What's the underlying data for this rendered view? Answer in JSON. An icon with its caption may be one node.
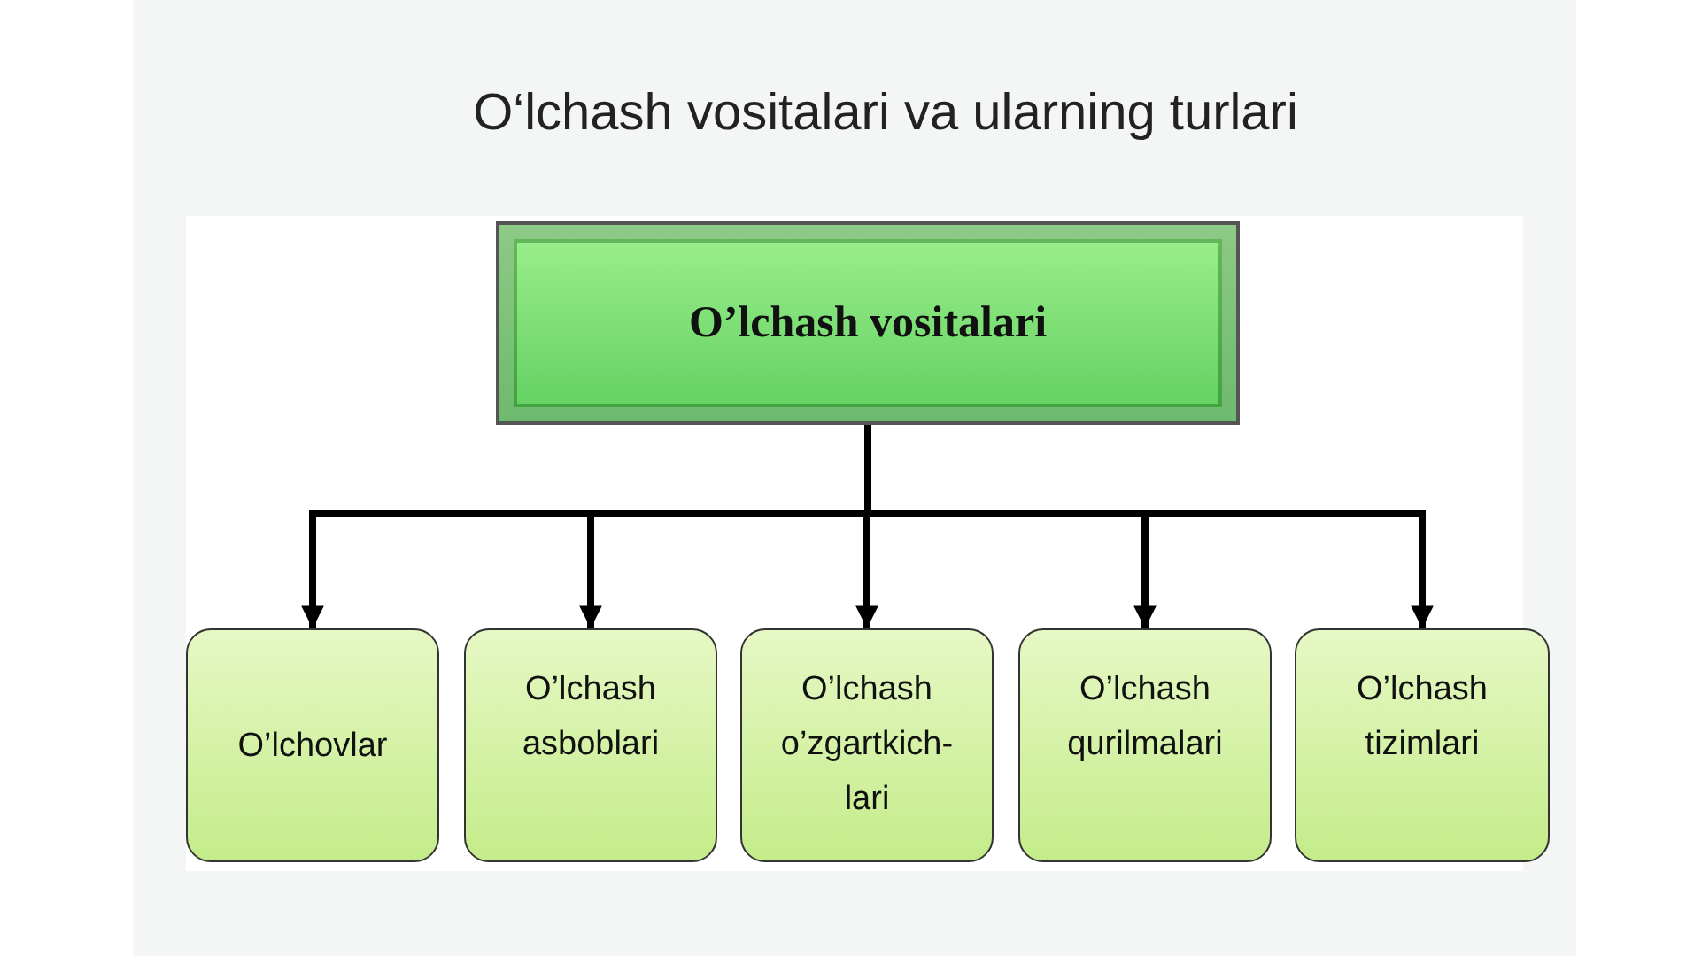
{
  "diagram": {
    "title": "O‘lchash vositalari va ularning turlari",
    "nodes": [
      {
        "text": [
          "O’lchash vositalari"
        ]
      },
      {
        "text": [
          "O’lchovlar"
        ]
      },
      {
        "text": [
          "O’lchash asboblari"
        ]
      },
      {
        "text": [
          "O’lchash o’zgartkich-lari"
        ]
      },
      {
        "text": [
          "O’lchash qurilmalari"
        ]
      },
      {
        "text": [
          "O’lchash tizimlari"
        ]
      }
    ],
    "edges": [
      {
        "from": 0,
        "to": 1,
        "arrow": "to"
      },
      {
        "from": 0,
        "to": 2,
        "arrow": "to"
      },
      {
        "from": 0,
        "to": 3,
        "arrow": "to"
      },
      {
        "from": 0,
        "to": 4,
        "arrow": "to"
      },
      {
        "from": 0,
        "to": 5,
        "arrow": "to"
      }
    ]
  }
}
